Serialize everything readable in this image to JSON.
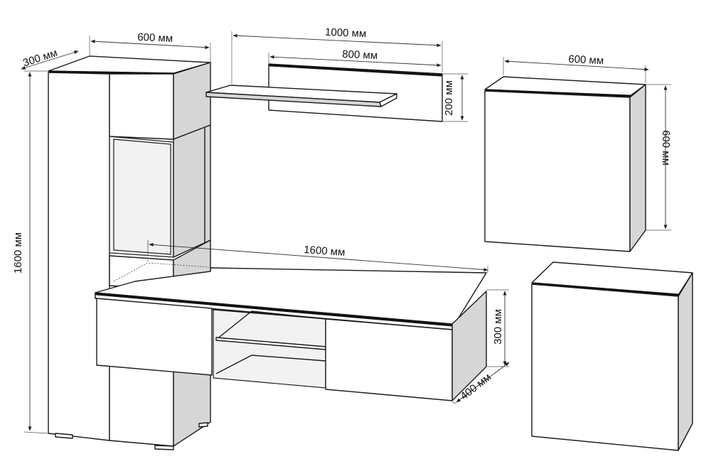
{
  "dimensions": {
    "tall_width": "600 мм",
    "tall_depth": "300 мм",
    "tall_height": "1600 мм",
    "shelf_width": "1000 мм",
    "panel_width": "800 мм",
    "panel_height": "200 мм",
    "wall_cab_width": "600 мм",
    "wall_cab_height": "600 мм",
    "tv_width": "1600 мм",
    "tv_height": "300 мм",
    "tv_depth": "400 мм"
  }
}
